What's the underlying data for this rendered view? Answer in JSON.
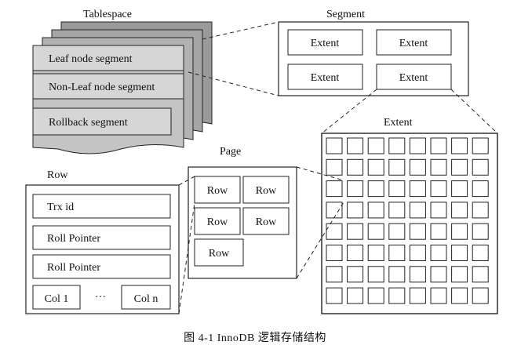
{
  "tablespace": {
    "title": "Tablespace",
    "segments": [
      "Leaf node segment",
      "Non-Leaf node segment",
      "Rollback segment"
    ]
  },
  "segment": {
    "title": "Segment",
    "extents": [
      "Extent",
      "Extent",
      "Extent",
      "Extent"
    ]
  },
  "extent": {
    "title": "Extent",
    "grid_cols": 8,
    "grid_rows": 8
  },
  "page": {
    "title": "Page",
    "rows": [
      "Row",
      "Row",
      "Row",
      "Row",
      "Row"
    ]
  },
  "row": {
    "title": "Row",
    "fields": [
      "Trx id",
      "Roll Pointer",
      "Roll Pointer"
    ],
    "col_first": "Col 1",
    "ellipsis": "···",
    "col_last": "Col n"
  },
  "caption": "图 4-1    InnoDB 逻辑存储结构"
}
